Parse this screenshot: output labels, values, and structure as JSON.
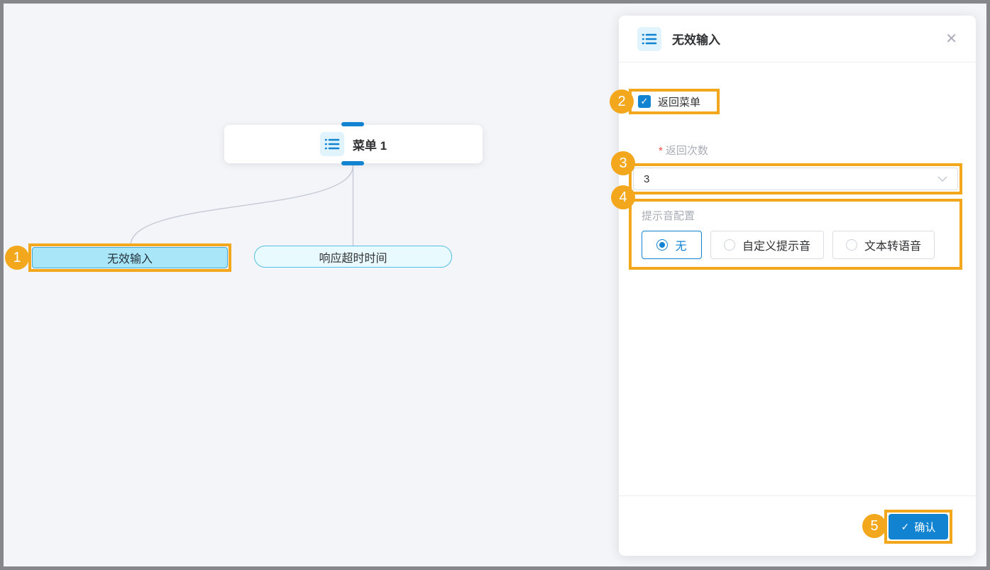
{
  "canvas": {
    "nodes": {
      "menu": {
        "label": "菜单 1",
        "icon": "list-icon"
      },
      "invalid_input": {
        "label": "无效输入",
        "selected": true
      },
      "timeout": {
        "label": "响应超时时间"
      }
    }
  },
  "panel": {
    "header": {
      "title": "无效输入",
      "icon": "list-icon",
      "close_glyph": "✕"
    },
    "return_menu": {
      "label": "返回菜单",
      "checked": true,
      "check_glyph": "✓"
    },
    "return_count": {
      "required_mark": "*",
      "label": "返回次数",
      "value": "3"
    },
    "prompt_tone": {
      "label": "提示音配置",
      "options": [
        {
          "label": "无",
          "selected": true
        },
        {
          "label": "自定义提示音",
          "selected": false
        },
        {
          "label": "文本转语音",
          "selected": false
        }
      ]
    },
    "footer": {
      "confirm_label": "确认",
      "confirm_glyph": "✓"
    }
  },
  "annotations": {
    "badges": [
      {
        "number": "1",
        "target": "invalid-input-node"
      },
      {
        "number": "2",
        "target": "return-menu-checkbox"
      },
      {
        "number": "3",
        "target": "return-count-select"
      },
      {
        "number": "4",
        "target": "prompt-tone-section"
      },
      {
        "number": "5",
        "target": "confirm-button"
      }
    ],
    "highlight_color": "#F2A71D"
  },
  "colors": {
    "primary_blue": "#1183D1",
    "annotation_orange": "#F2A71D",
    "selected_node_fill": "#A9E6F7",
    "node_border_cyan": "#54BFE4",
    "canvas_bg": "#F4F5F8",
    "frame_border": "#85878A"
  }
}
